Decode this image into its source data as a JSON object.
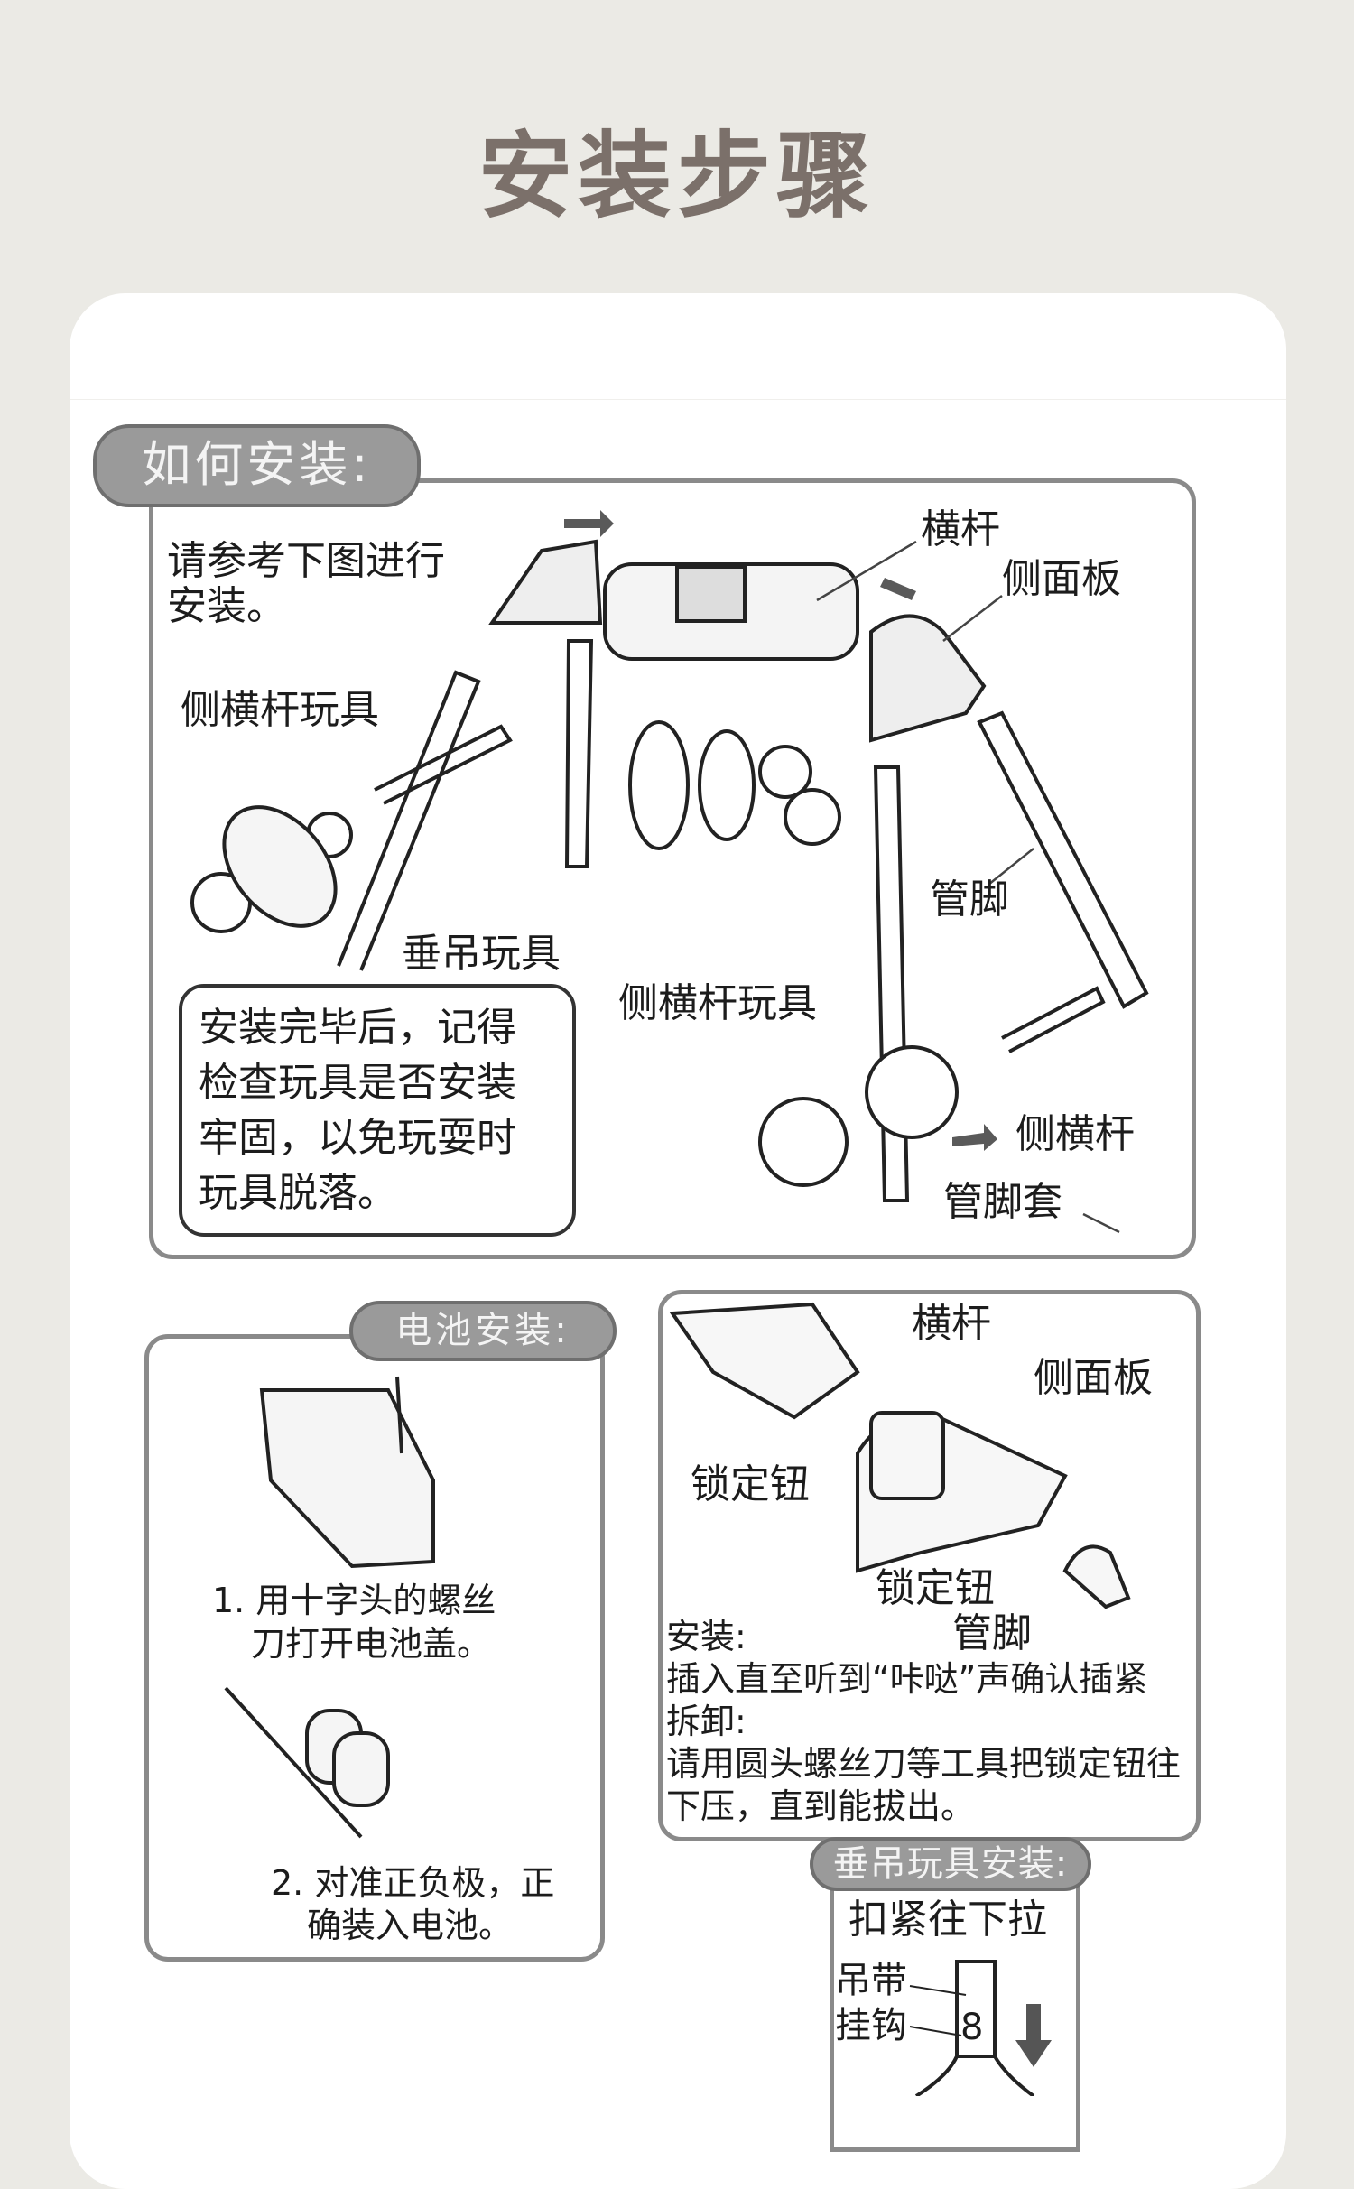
{
  "page_title": "安装步骤",
  "how_to": {
    "badge": "如何安装:",
    "intro": [
      "请参考下图进行",
      "安装。"
    ],
    "labels": {
      "crossbar": "横杆",
      "side_panel": "侧面板",
      "side_bar_toy_1": "侧横杆玩具",
      "hanging_toys": "垂吊玩具",
      "tube_leg": "管脚",
      "side_bar_toy_2": "侧横杆玩具",
      "side_bar": "侧横杆",
      "leg_cap": "管脚套"
    },
    "note": [
      "安装完毕后，记得",
      "检查玩具是否安装",
      "牢固，以免玩耍时",
      "玩具脱落。"
    ]
  },
  "battery": {
    "badge": "电池安装:",
    "step1": [
      "1. 用十字头的螺丝",
      "刀打开电池盖。"
    ],
    "step2": [
      "2. 对准正负极，正",
      "确装入电池。"
    ]
  },
  "lock": {
    "labels": {
      "crossbar": "横杆",
      "side_panel": "侧面板",
      "lock_button_1": "锁定钮",
      "lock_button_2": "锁定钮",
      "tube_leg": "管脚"
    },
    "install_heading": "安装:",
    "install_text": "插入直至听到“咔哒”声确认插紧",
    "remove_heading": "拆卸:",
    "remove_text": [
      "请用圆头螺丝刀等工具把锁定钮往",
      "下压，直到能拔出。"
    ]
  },
  "hanging": {
    "badge": "垂吊玩具安装:",
    "instruction": "扣紧往下拉",
    "strap": "吊带",
    "hook": "挂钩",
    "hook_glyph": "8"
  }
}
